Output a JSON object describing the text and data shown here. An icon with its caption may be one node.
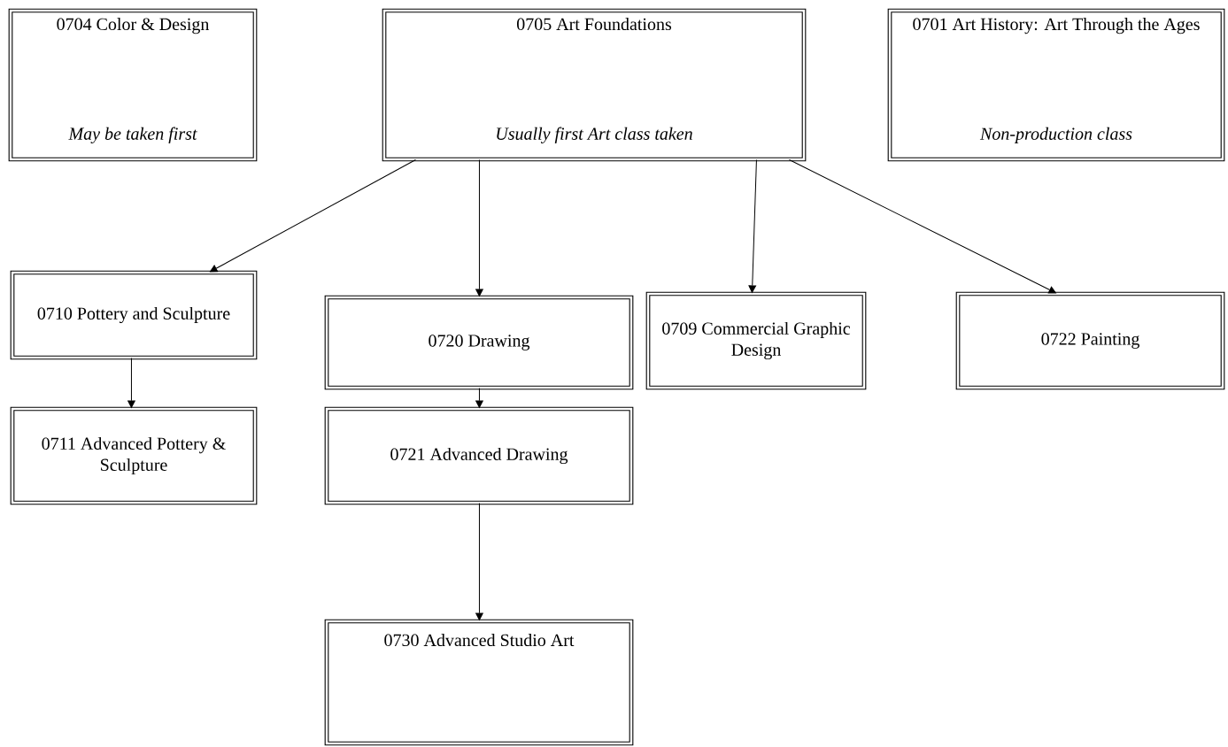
{
  "diagram": {
    "nodes": [
      {
        "text": [
          "0704 Color & Design",
          "May be taken first"
        ]
      },
      {
        "text": [
          "0705 Art Foundations",
          "Usually first Art class taken"
        ]
      },
      {
        "text": [
          "0701 Art History: Art Through the Ages",
          "Non-production class"
        ]
      },
      {
        "text": [
          "0710 Pottery and Sculpture"
        ]
      },
      {
        "text": [
          "0720 Drawing"
        ]
      },
      {
        "text": [
          "0709 Commercial Graphic Design"
        ]
      },
      {
        "text": [
          "0722 Painting"
        ]
      },
      {
        "text": [
          "0711 Advanced Pottery & Sculpture"
        ]
      },
      {
        "text": [
          "0721 Advanced Drawing"
        ]
      },
      {
        "text": [
          "0730 Advanced Studio Art"
        ]
      }
    ],
    "edges": [
      {
        "from": 1,
        "to": 3,
        "arrow": "to"
      },
      {
        "from": 1,
        "to": 4,
        "arrow": "to"
      },
      {
        "from": 1,
        "to": 5,
        "arrow": "to"
      },
      {
        "from": 1,
        "to": 6,
        "arrow": "to"
      },
      {
        "from": 3,
        "to": 7,
        "arrow": "to"
      },
      {
        "from": 4,
        "to": 8,
        "arrow": "to"
      },
      {
        "from": 8,
        "to": 9,
        "arrow": "to"
      }
    ]
  }
}
